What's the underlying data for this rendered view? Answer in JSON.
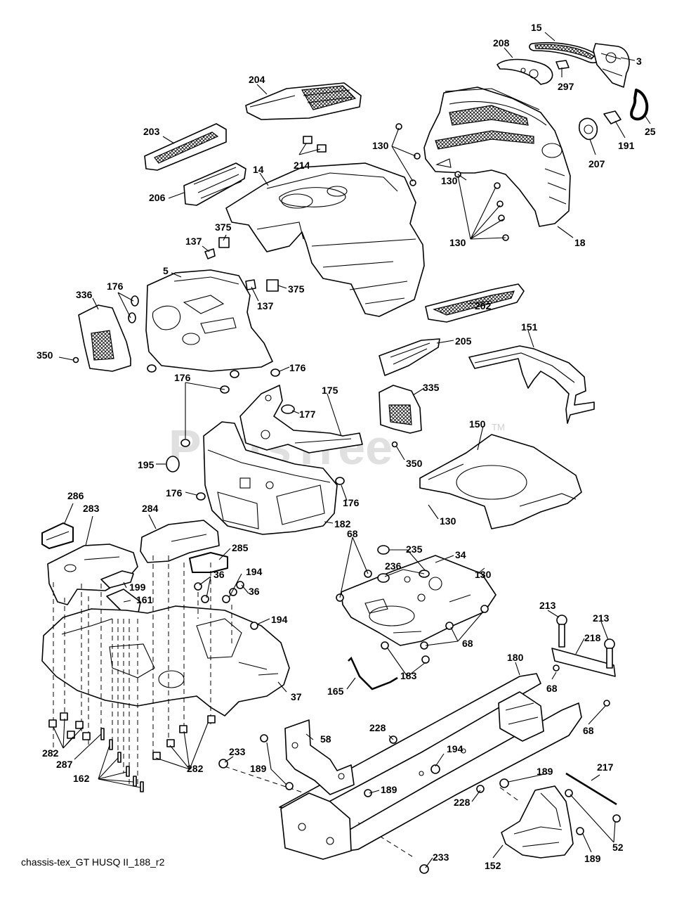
{
  "watermark": {
    "brand": "PartsTree",
    "mark": "TM"
  },
  "caption": "chassis-tex_GT HUSQ II_188_r2",
  "callouts": {
    "c15": "15",
    "c208": "208",
    "c3": "3",
    "c297": "297",
    "c25": "25",
    "c191": "191",
    "c207": "207",
    "c204": "204",
    "c203": "203",
    "c214": "214",
    "c14": "14",
    "c206": "206",
    "c130a": "130",
    "c130b": "130",
    "c130c": "130",
    "c18": "18",
    "c375a": "375",
    "c137a": "137",
    "c5": "5",
    "c176a": "176",
    "c336": "336",
    "c137b": "137",
    "c375b": "375",
    "c202": "202",
    "c350a": "350",
    "c176b": "176",
    "c205": "205",
    "c151": "151",
    "c176c": "176",
    "c175": "175",
    "c177": "177",
    "c335": "335",
    "c150": "150",
    "c195": "195",
    "c350b": "350",
    "c176d": "176",
    "c176e": "176",
    "c182": "182",
    "c130d": "130",
    "c286": "286",
    "c283": "283",
    "c284": "284",
    "c285": "285",
    "c68a": "68",
    "c235": "235",
    "c34": "34",
    "c236": "236",
    "c130e": "130",
    "c36a": "36",
    "c194a": "194",
    "c199": "199",
    "c36b": "36",
    "c161": "161",
    "c194b": "194",
    "c68b": "68",
    "c213a": "213",
    "c213b": "213",
    "c218": "218",
    "c183": "183",
    "c180": "180",
    "c37": "37",
    "c165": "165",
    "c68c": "68",
    "c68d": "68",
    "c282a": "282",
    "c287": "287",
    "c228a": "228",
    "c58": "58",
    "c233a": "233",
    "c194c": "194",
    "c189a": "189",
    "c162": "162",
    "c282b": "282",
    "c189b": "189",
    "c189c": "189",
    "c217": "217",
    "c228b": "228",
    "c52": "52",
    "c233b": "233",
    "c152": "152",
    "c189d": "189"
  }
}
